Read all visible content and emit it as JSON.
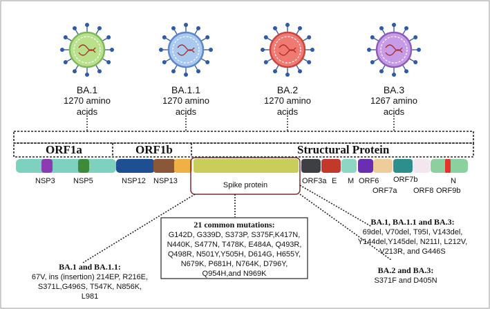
{
  "variants": [
    {
      "name": "BA.1",
      "length": "1270 amino",
      "unit": "acids",
      "color": "#b9e08a",
      "ring": "#7db85c"
    },
    {
      "name": "BA.1.1",
      "length": "1270 amino",
      "unit": "acids",
      "color": "#a9c9ef",
      "ring": "#5c86c8"
    },
    {
      "name": "BA.2",
      "length": "1270 amino",
      "unit": "acids",
      "color": "#f07a72",
      "ring": "#c9443d"
    },
    {
      "name": "BA.3",
      "length": "1267 amino",
      "unit": "acids",
      "color": "#c79be6",
      "ring": "#8d5bb8"
    }
  ],
  "regions": {
    "orf1a": "ORF1a",
    "orf1b": "ORF1b",
    "structural": "Structural Protein"
  },
  "genes": {
    "nsp3": "NSP3",
    "nsp5": "NSP5",
    "nsp12": "NSP12",
    "nsp13": "NSP13",
    "spike": "Spike protein",
    "orf3a": "ORF3a",
    "e": "E",
    "m": "M",
    "orf6": "ORF6",
    "orf7a": "ORF7a",
    "orf7b": "ORF7b",
    "orf8": "ORF8",
    "n": "N",
    "orf9b": "ORF9b"
  },
  "notes": {
    "common": {
      "title": "21 common mutations:",
      "lines": [
        "G142D, G339D, S373P, S375F,K417N,",
        "N440K, S477N, T478K, E484A, Q493R,",
        "Q498R, N501Y,Y505H, D614G, H655Y,",
        "N679K, P681H, N764K, D796Y,",
        "Q954H,and N969K"
      ]
    },
    "ba1_ba11": {
      "title": "BA.1 and BA.1.1:",
      "lines": [
        "67V, ins (insertion) 214EP, R216E,",
        "S371L,G496S, T547K, N856K,",
        "L981"
      ]
    },
    "ba1_ba11_ba3": {
      "title": "BA.1, BA.1.1 and BA.3:",
      "lines": [
        "69del, V70del, T95I, V143del,",
        "Y144del,Y145del, N211I, L212V,",
        "V213R, and G446S"
      ]
    },
    "ba2_ba3": {
      "title": "BA.2 and BA.3:",
      "lines": [
        "S371F and D405N"
      ]
    }
  }
}
